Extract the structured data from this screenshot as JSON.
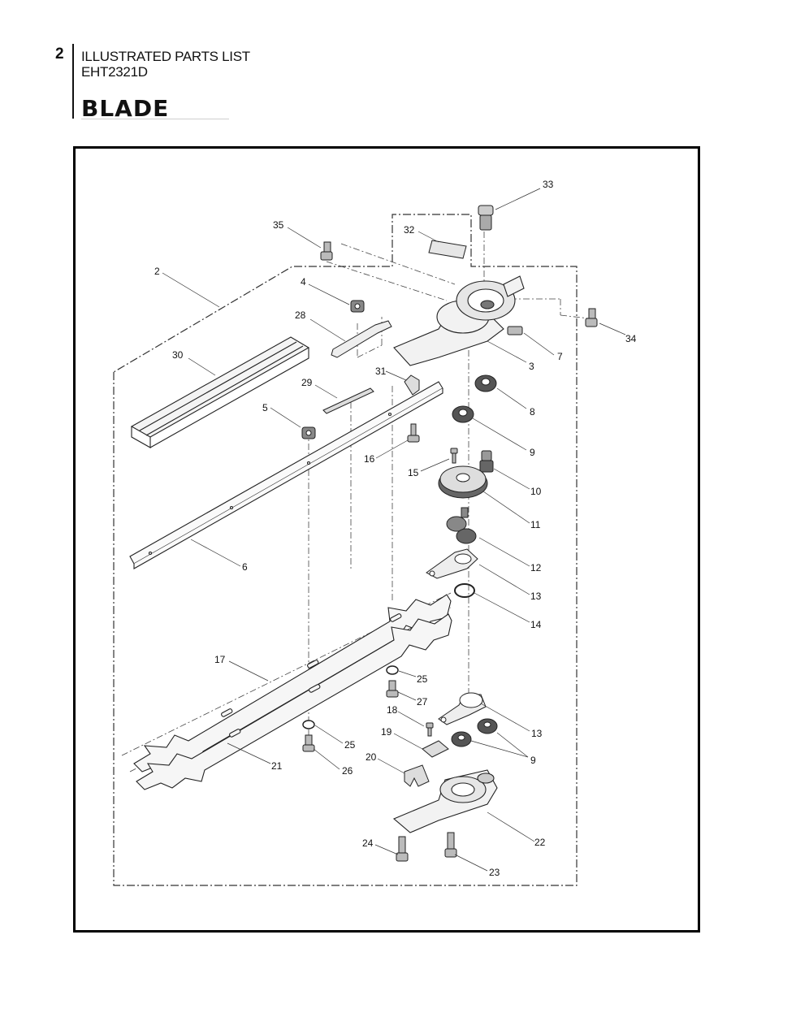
{
  "header": {
    "page_number": "2",
    "doc_title": "ILLUSTRATED PARTS LIST",
    "model": "EHT2321D",
    "section_title": "BLADE"
  },
  "diagram": {
    "callouts": [
      {
        "id": "c33",
        "text": "33"
      },
      {
        "id": "c35",
        "text": "35"
      },
      {
        "id": "c32",
        "text": "32"
      },
      {
        "id": "c2",
        "text": "2"
      },
      {
        "id": "c4",
        "text": "4"
      },
      {
        "id": "c28",
        "text": "28"
      },
      {
        "id": "c34",
        "text": "34"
      },
      {
        "id": "c7",
        "text": "7"
      },
      {
        "id": "c3",
        "text": "3"
      },
      {
        "id": "c30",
        "text": "30"
      },
      {
        "id": "c31",
        "text": "31"
      },
      {
        "id": "c29",
        "text": "29"
      },
      {
        "id": "c8",
        "text": "8"
      },
      {
        "id": "c5",
        "text": "5"
      },
      {
        "id": "c9a",
        "text": "9"
      },
      {
        "id": "c16",
        "text": "16"
      },
      {
        "id": "c15",
        "text": "15"
      },
      {
        "id": "c10",
        "text": "10"
      },
      {
        "id": "c11",
        "text": "11"
      },
      {
        "id": "c6",
        "text": "6"
      },
      {
        "id": "c12",
        "text": "12"
      },
      {
        "id": "c13a",
        "text": "13"
      },
      {
        "id": "c14",
        "text": "14"
      },
      {
        "id": "c17",
        "text": "17"
      },
      {
        "id": "c25a",
        "text": "25"
      },
      {
        "id": "c27",
        "text": "27"
      },
      {
        "id": "c18",
        "text": "18"
      },
      {
        "id": "c13b",
        "text": "13"
      },
      {
        "id": "c19",
        "text": "19"
      },
      {
        "id": "c9b",
        "text": "9"
      },
      {
        "id": "c25b",
        "text": "25"
      },
      {
        "id": "c20",
        "text": "20"
      },
      {
        "id": "c21",
        "text": "21"
      },
      {
        "id": "c26",
        "text": "26"
      },
      {
        "id": "c22",
        "text": "22"
      },
      {
        "id": "c24",
        "text": "24"
      },
      {
        "id": "c23",
        "text": "23"
      }
    ]
  }
}
